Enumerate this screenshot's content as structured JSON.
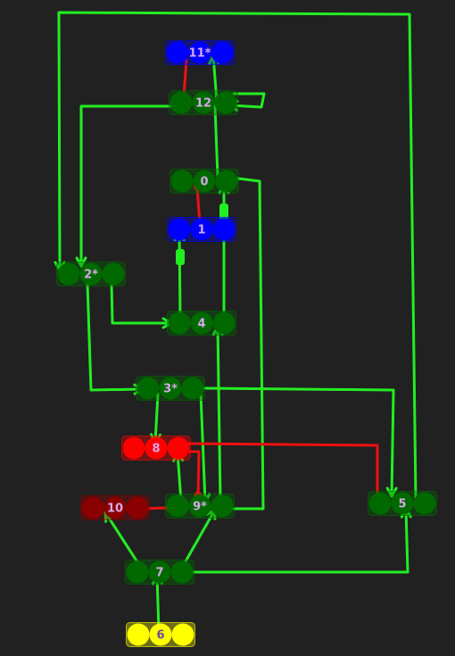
{
  "colors": {
    "background": "#212121",
    "edge": "#22ee22",
    "red_edge": "#ee1111",
    "dark_green": "#006a00",
    "blue": "#0000ff",
    "red": "#ff0000",
    "dark_red": "#8b0000",
    "yellow": "#ffff00",
    "label_default": "#d8a8e8",
    "label_light": "#6a4aa0"
  },
  "nodes": [
    {
      "id": "11",
      "label": "11*",
      "fill": "blue"
    },
    {
      "id": "12",
      "label": "12",
      "fill": "dark_green"
    },
    {
      "id": "0",
      "label": "0",
      "fill": "dark_green"
    },
    {
      "id": "1",
      "label": "1",
      "fill": "blue"
    },
    {
      "id": "2",
      "label": "2*",
      "fill": "dark_green"
    },
    {
      "id": "4",
      "label": "4",
      "fill": "dark_green"
    },
    {
      "id": "3",
      "label": "3*",
      "fill": "dark_green"
    },
    {
      "id": "8",
      "label": "8",
      "fill": "red"
    },
    {
      "id": "10",
      "label": "10",
      "fill": "dark_red"
    },
    {
      "id": "9",
      "label": "9*",
      "fill": "dark_green"
    },
    {
      "id": "5",
      "label": "5",
      "fill": "dark_green"
    },
    {
      "id": "7",
      "label": "7",
      "fill": "dark_green"
    },
    {
      "id": "6",
      "label": "6",
      "fill": "yellow"
    }
  ]
}
